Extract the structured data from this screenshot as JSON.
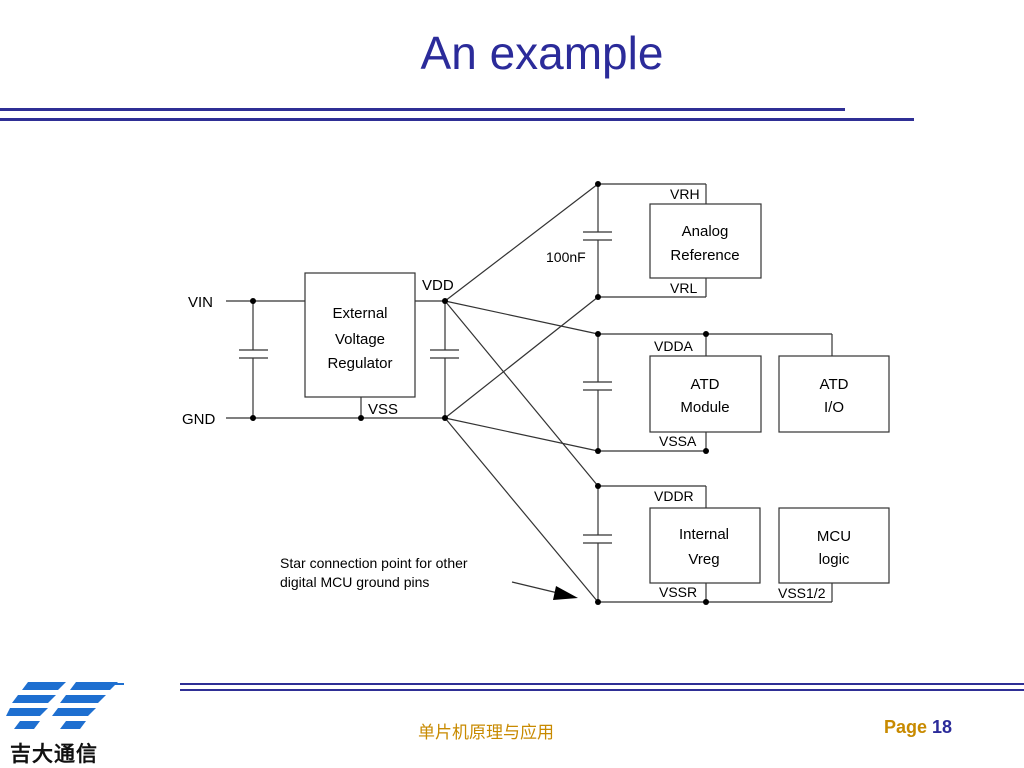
{
  "slide": {
    "title": "An example"
  },
  "circuit": {
    "regulator_label": [
      "External",
      "Voltage",
      "Regulator"
    ],
    "pins": {
      "vin": "VIN",
      "gnd": "GND",
      "vdd": "VDD",
      "vss": "VSS",
      "vrh": "VRH",
      "vrl": "VRL",
      "vdda": "VDDA",
      "vssa": "VSSA",
      "vddr": "VDDR",
      "vssr": "VSSR",
      "vss12": "VSS1/2"
    },
    "cap_value": "100nF",
    "blocks": {
      "analog_ref": [
        "Analog",
        "Reference"
      ],
      "atd_module": [
        "ATD",
        "Module"
      ],
      "atd_io": [
        "ATD",
        "I/O"
      ],
      "internal_vreg": [
        "Internal",
        "Vreg"
      ],
      "mcu_logic": [
        "MCU",
        "logic"
      ]
    },
    "note": [
      "Star connection point for other",
      "digital MCU ground pins"
    ]
  },
  "footer": {
    "course": "单片机原理与应用",
    "page_label": "Page",
    "page_number": "18",
    "logo_text": "吉大通信"
  },
  "colors": {
    "title": "#2b2b9a",
    "rule": "#2f2f95",
    "footer_text": "#c88a00",
    "logo_blue": "#1e6fd0"
  }
}
